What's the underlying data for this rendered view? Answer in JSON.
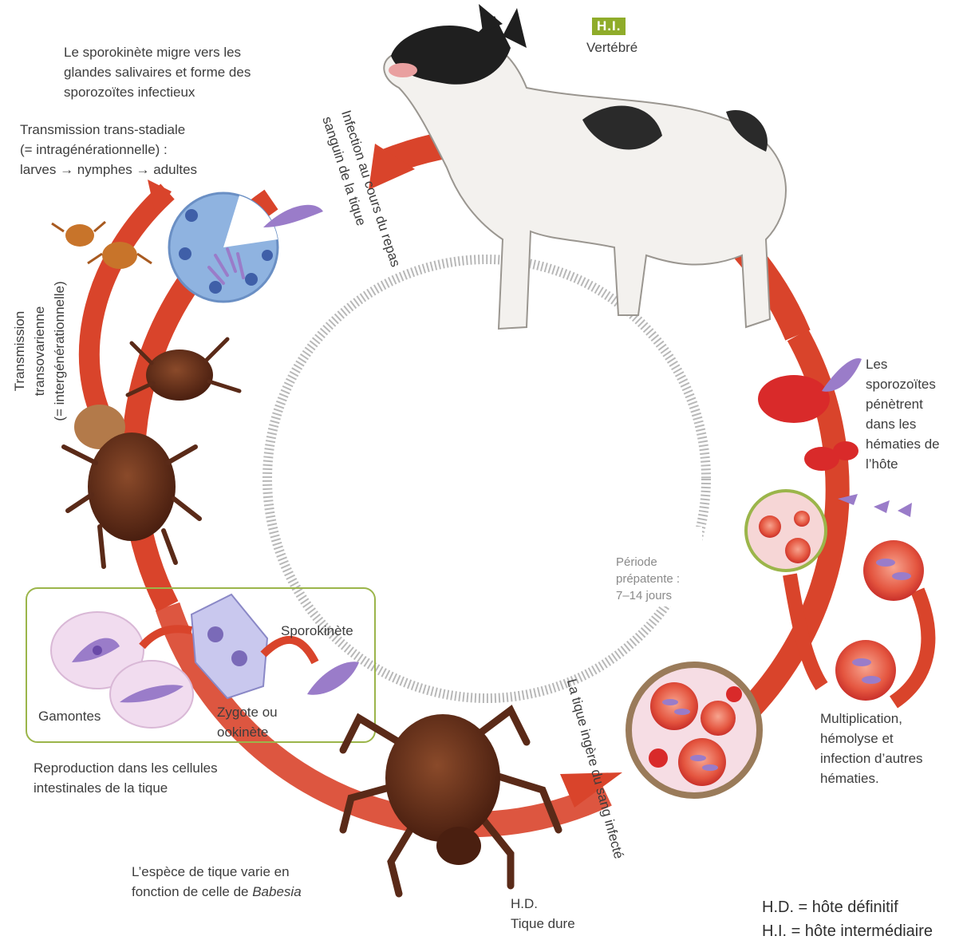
{
  "hi_badge": "H.I.",
  "vertebre": "Vertébré",
  "sporokinete_migre": "Le sporokinète migre vers les\nglandes salivaires et forme des\nsporozoïtes infectieux",
  "trans_stadiale": "Transmission trans-stadiale\n(= intragénérationnelle) :\nlarves → nymphes → adultes",
  "transovarienne": "Transmission\ntransovarienne\n(= intergénérationnelle)",
  "infection_repas": "Infection au cours du repas\nsanguin de la tique",
  "sporozoites_penetrent": "Les\nsporozoïtes\npénètrent\ndans les\nhématies de\nl’hôte",
  "periode": "Période\nprépatente :\n7–14 jours",
  "sporokinete": "Sporokinète",
  "gamontes": "Gamontes",
  "zygote": "Zygote ou\nookinète",
  "reproduction": "Reproduction dans les cellules\nintestinales de la tique",
  "tique_ingere": "La tique ingère du sang infecté",
  "multiplication": "Multiplication,\nhémolyse et\ninfection d’autres\nhématies.",
  "espece_line1": "L’espèce de tique varie en",
  "espece_line2_prefix": "fonction de celle de ",
  "espece_babesia": "Babesia",
  "hd_label": "H.D.\nTique dure",
  "legend_hd": "H.D. = hôte définitif",
  "legend_hi": "H.I. = hôte intermédiaire",
  "colors": {
    "cycle_red": "#d9442b",
    "badge_green": "#8fac2a",
    "box_green": "#9bb54a",
    "tick_brown": "#5a2a18",
    "parasite_purple": "#9a7cc9"
  }
}
